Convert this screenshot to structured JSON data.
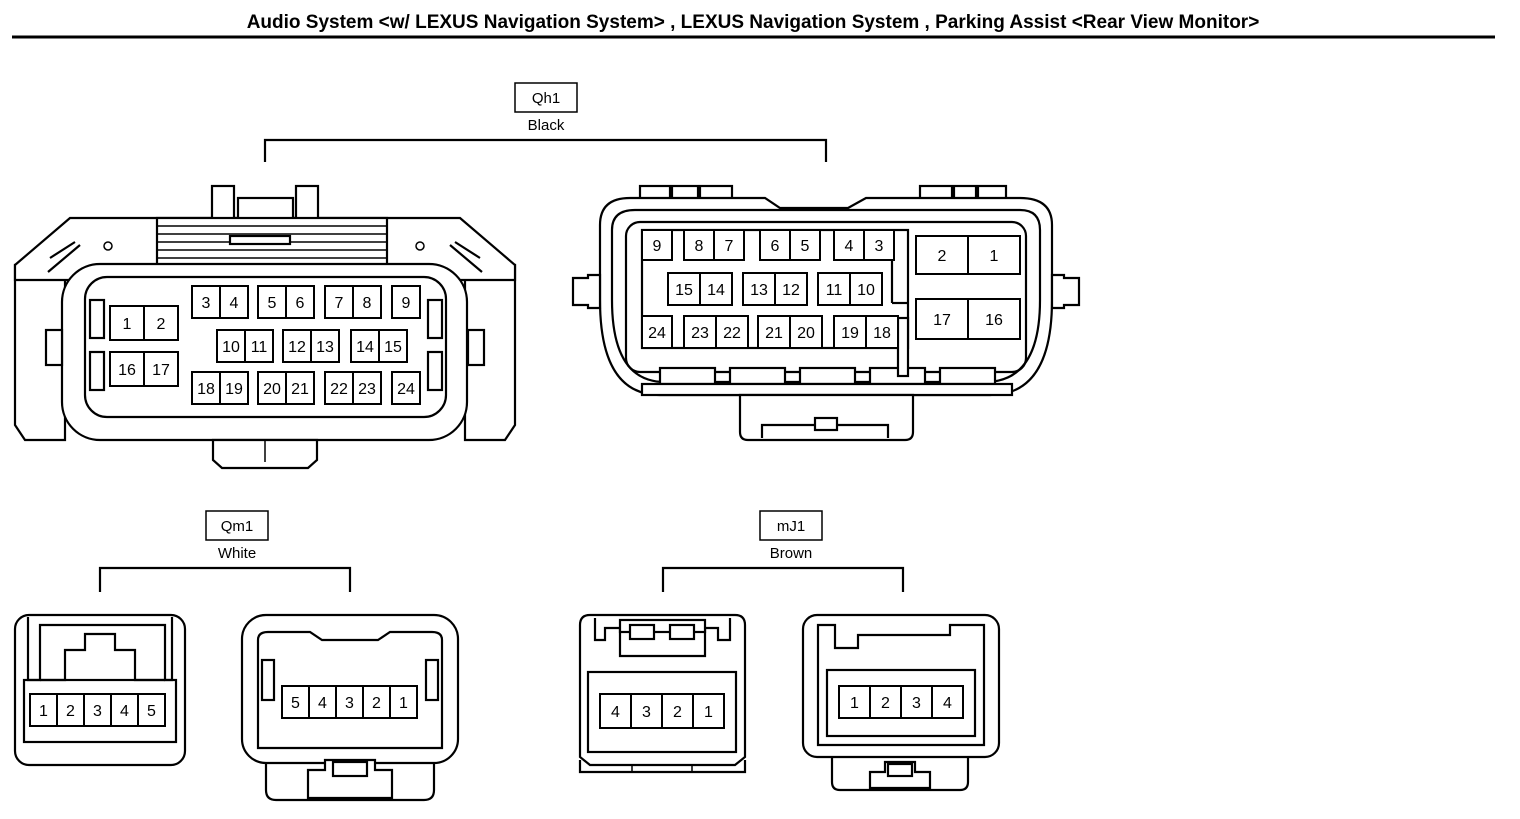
{
  "header": {
    "title": "Audio System <w/ LEXUS Navigation System> , LEXUS Navigation System , Parking Assist <Rear View Monitor>"
  },
  "connectors": [
    {
      "code": "Qh1",
      "color": "Black",
      "left_pins": [
        "1",
        "2",
        "3",
        "4",
        "5",
        "6",
        "7",
        "8",
        "9",
        "10",
        "11",
        "12",
        "13",
        "14",
        "15",
        "16",
        "17",
        "18",
        "19",
        "20",
        "21",
        "22",
        "23",
        "24"
      ],
      "right_pins": [
        "9",
        "8",
        "7",
        "6",
        "5",
        "4",
        "3",
        "2",
        "1",
        "15",
        "14",
        "13",
        "12",
        "11",
        "10",
        "24",
        "23",
        "22",
        "21",
        "20",
        "19",
        "18",
        "17",
        "16"
      ]
    },
    {
      "code": "Qm1",
      "color": "White",
      "left_pins": [
        "1",
        "2",
        "3",
        "4",
        "5"
      ],
      "right_pins": [
        "5",
        "4",
        "3",
        "2",
        "1"
      ]
    },
    {
      "code": "mJ1",
      "color": "Brown",
      "left_pins": [
        "4",
        "3",
        "2",
        "1"
      ],
      "right_pins": [
        "1",
        "2",
        "3",
        "4"
      ]
    }
  ]
}
